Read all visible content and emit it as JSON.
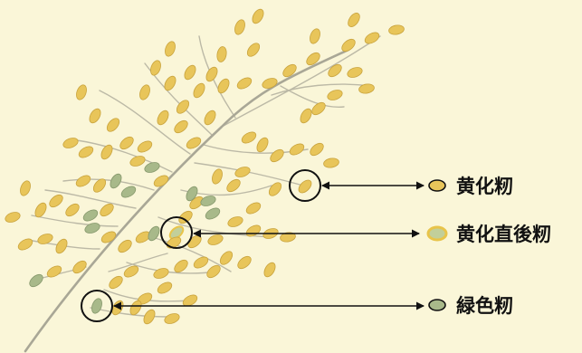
{
  "colors": {
    "background": "#faf6d8",
    "stem": "#b0ae9e",
    "yellow_grain": "#e8c55a",
    "yellow_grain_edge": "#c9a43e",
    "green_grain": "#a8b98a",
    "green_grain_edge": "#86986c",
    "transition_fill": "#c2cf9a",
    "transition_ring": "#e8c44a",
    "circle": "#111111",
    "arrow": "#111111"
  },
  "legend": [
    {
      "key": "yellow",
      "label": "黄化籾",
      "icon": "yellow-grain-icon"
    },
    {
      "key": "transition",
      "label": "黄化直後籾",
      "icon": "transition-grain-icon"
    },
    {
      "key": "green",
      "label": "緑色籾",
      "icon": "green-grain-icon"
    }
  ]
}
